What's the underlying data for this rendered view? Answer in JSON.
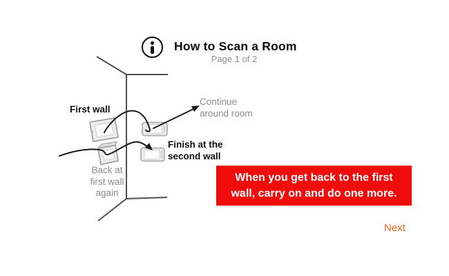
{
  "header": {
    "title": "How to Scan a Room",
    "subtitle": "Page 1 of 2",
    "info_icon": "info-icon"
  },
  "diagram": {
    "first_wall_label": "First wall",
    "continue_label": "Continue\naround room",
    "finish_label": "Finish at the\nsecond wall",
    "back_label": "Back at\nfirst wall\nagain",
    "icons": {
      "phone_on_first_wall": "phone-icon",
      "phone_on_second_wall": "phone-icon",
      "phone_back_at_first_wall": "phone-icon",
      "phone_finish": "phone-icon",
      "arrows": "scan-path-arrow"
    },
    "wall_line_color": "#4F4F4F",
    "arrow_color": "#1A1A1A"
  },
  "callout": {
    "text": "When you get back to the first\nwall, carry on and do one more.",
    "bg_color": "#F10C0C",
    "text_color": "#FFFFFF"
  },
  "nav": {
    "next_label": "Next",
    "next_color": "#F26522"
  }
}
